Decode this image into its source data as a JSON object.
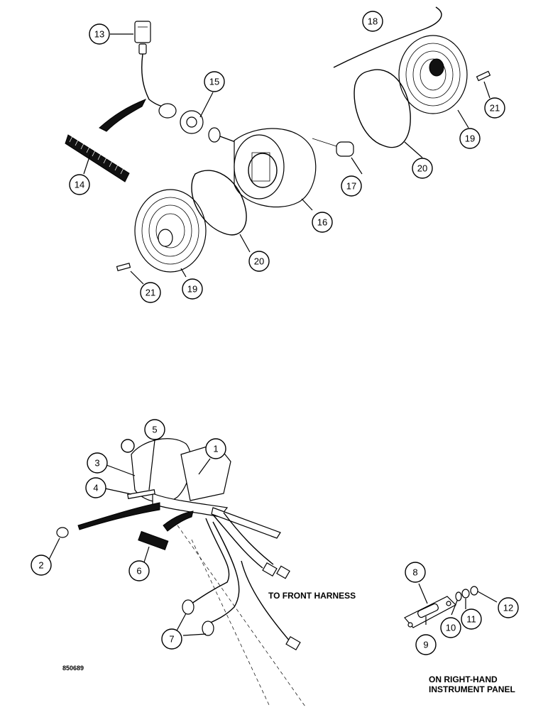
{
  "callouts": {
    "c1": "1",
    "c2": "2",
    "c3": "3",
    "c4": "4",
    "c5": "5",
    "c6": "6",
    "c7": "7",
    "c8": "8",
    "c9": "9",
    "c10": "10",
    "c11": "11",
    "c12": "12",
    "c13": "13",
    "c14": "14",
    "c15": "15",
    "c16": "16",
    "c17": "17",
    "c18": "18",
    "c19a": "19",
    "c19b": "19",
    "c20a": "20",
    "c20b": "20",
    "c21a": "21",
    "c21b": "21"
  },
  "notes": {
    "front_harness": "TO FRONT HARNESS",
    "right_hand_panel": "ON RIGHT-HAND\nINSTRUMENT PANEL",
    "drawing_code": "850689"
  }
}
